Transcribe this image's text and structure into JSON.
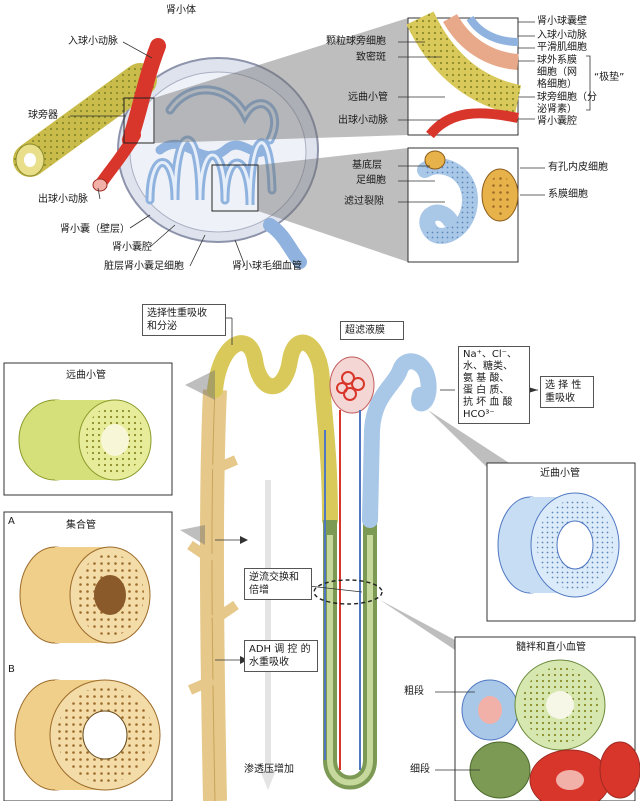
{
  "renal_corpuscle": {
    "title": "肾小体",
    "labels": {
      "afferent_arteriole": "入球小动脉",
      "juxtaglomerular_apparatus": "球旁器",
      "efferent_arteriole": "出球小动脉",
      "bowman_capsule_parietal": "肾小囊（壁层）",
      "capsular_space": "肾小囊腔",
      "visceral_podocyte": "脏层肾小囊足细胞",
      "glomerular_capillary": "肾小球毛细血管"
    }
  },
  "detail_top": {
    "left_labels": {
      "granular_cells": "颗粒球旁细胞",
      "macula_densa": "致密斑",
      "distal_tubule": "远曲小管",
      "efferent_arteriole": "出球小动脉"
    },
    "right_labels": {
      "capsule_wall": "肾小球囊壁",
      "afferent_arteriole": "入球小动脉",
      "smooth_muscle": "平滑肌细胞",
      "extraglomerular_mesangial": "球外系膜",
      "extraglomerular_mesangial_2": "细胞（网",
      "extraglomerular_mesangial_3": "格细胞）",
      "juxtaglomerular_cells": "球旁细胞（分",
      "juxtaglomerular_cells_2": "泌肾素）",
      "capsular_space": "肾小囊腔"
    },
    "polar_cushion": "“极垫”"
  },
  "detail_filtration": {
    "left_labels": {
      "basement_membrane": "基底层",
      "podocyte": "足细胞",
      "filtration_slit": "滤过裂隙"
    },
    "right_labels": {
      "fenestrated_endothelium": "有孔内皮细胞",
      "mesangial_cell": "系膜细胞"
    }
  },
  "nephron": {
    "selective_reabsorption_secretion": [
      "选择性重吸收",
      "和分泌"
    ],
    "ultrafiltrate": "超滤液膜",
    "ions": [
      "Na⁺、Cl⁻、",
      "水、糖类、",
      "氨 基 酸、",
      "蛋 白 质、",
      "抗 坏 血 酸",
      "HCO³⁻"
    ],
    "selective_reabsorption": [
      "选 择 性",
      "重吸收"
    ],
    "countercurrent": [
      "逆流交换和",
      "倍增"
    ],
    "adh": [
      "ADH 调 控 的",
      "水重吸收"
    ],
    "osmotic": "渗透压增加"
  },
  "panels": {
    "distal": {
      "title": "远曲小管"
    },
    "collecting": {
      "title": "集合管",
      "letter_a": "A",
      "letter_b": "B"
    },
    "proximal": {
      "title": "近曲小管"
    },
    "loop": {
      "title": "髓袢和直小血管",
      "thick": "粗段",
      "thin": "细段"
    }
  },
  "colors": {
    "tubule_yellow": "#d9c95a",
    "tubule_blue": "#a9c8e8",
    "artery_red": "#d9362b",
    "collecting_tan": "#e6c98a",
    "loop_green": "#7d9a55"
  }
}
